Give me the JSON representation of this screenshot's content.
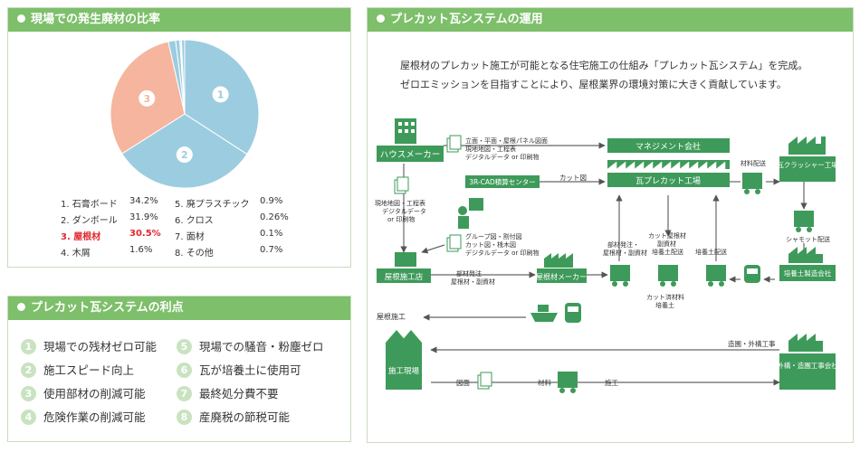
{
  "waste_panel": {
    "title": "現場での発生廃材の比率",
    "pie_labels": [
      "1",
      "2",
      "3"
    ],
    "legend": [
      {
        "name": "1. 石膏ボード",
        "value": "34.2%"
      },
      {
        "name": "2. ダンボール",
        "value": "31.9%"
      },
      {
        "name": "3. 屋根材",
        "value": "30.5%"
      },
      {
        "name": "4. 木屑",
        "value": "1.6%"
      },
      {
        "name": "5. 廃プラスチック",
        "value": "0.9%"
      },
      {
        "name": "6. クロス",
        "value": "0.26%"
      },
      {
        "name": "7. 面材",
        "value": "0.1%"
      },
      {
        "name": "8. その他",
        "value": "0.7%"
      }
    ]
  },
  "chart_data": {
    "type": "pie",
    "title": "現場での発生廃材の比率",
    "categories": [
      "石膏ボード",
      "ダンボール",
      "屋根材",
      "木屑",
      "廃プラスチック",
      "クロス",
      "面材",
      "その他"
    ],
    "values": [
      34.2,
      31.9,
      30.5,
      1.6,
      0.9,
      0.26,
      0.1,
      0.7
    ],
    "colors": [
      "#9ccce0",
      "#9ccce0",
      "#f5b59e",
      "#9ccce0",
      "#9ccce0",
      "#9ccce0",
      "#9ccce0",
      "#9ccce0"
    ]
  },
  "advantages_panel": {
    "title": "プレカット瓦システムの利点",
    "items": [
      {
        "num": "1",
        "text": "現場での残材ゼロ可能"
      },
      {
        "num": "2",
        "text": "施工スピード向上"
      },
      {
        "num": "3",
        "text": "使用部材の削減可能"
      },
      {
        "num": "4",
        "text": "危険作業の削減可能"
      },
      {
        "num": "5",
        "text": "現場での騒音・粉塵ゼロ"
      },
      {
        "num": "6",
        "text": "瓦が培養土に使用可"
      },
      {
        "num": "7",
        "text": "最終処分費不要"
      },
      {
        "num": "8",
        "text": "産廃税の節税可能"
      }
    ]
  },
  "system_panel": {
    "title": "プレカット瓦システムの運用",
    "intro_line1": "屋根材のプレカット施工が可能となる住宅施工の仕組み「プレカット瓦システム」を完成。",
    "intro_line2": "ゼロエミッションを目指すことにより、屋根業界の環境対策に大きく貢献しています。",
    "nodes": {
      "house_maker": "ハウスメーカー",
      "management": "マネジメント会社",
      "precut_factory": "瓦プレカット工場",
      "cad_center": "3R-CAD積算センター",
      "crusher_factory": "瓦クラッシャー工場",
      "roofing_shop": "屋根施工店",
      "material_maker": "屋根材メーカー",
      "soil_company": "培養土製造会社",
      "site": "施工現場",
      "exterior_company": "外構・造園工事会社"
    },
    "labels": {
      "drawings": "立面・平面・屋根パネル図面",
      "site_map": "現地地図・工程表",
      "digital1": "デジタルデータ or 印刷物",
      "site_map2": "現地地図・工程表",
      "digital2": "デジタルデータ",
      "print2": "or 印刷物",
      "cut_drawing": "カット図",
      "group_drawing": "グループ図・割付図",
      "cut_wood": "カット図・桟木図",
      "digital3": "デジタルデータ or 印刷物",
      "order1": "部材発注",
      "order1b": "屋根材・副資材",
      "order2": "部材発注・",
      "order2b": "屋根材・副資材",
      "cut_roof1": "カット屋根材",
      "cut_roof2": "副資材",
      "cut_roof3": "培養土配送",
      "soil_delivery": "培養土配送",
      "material_delivery": "材料配送",
      "chamotte_delivery": "シャモット配送",
      "waste_soil1": "カット済材料",
      "waste_soil2": "培養土",
      "roofing_work": "屋根施工",
      "landscape_work": "造園・外構工事",
      "drawing": "図面",
      "materials": "材料",
      "construction": "施工"
    }
  }
}
